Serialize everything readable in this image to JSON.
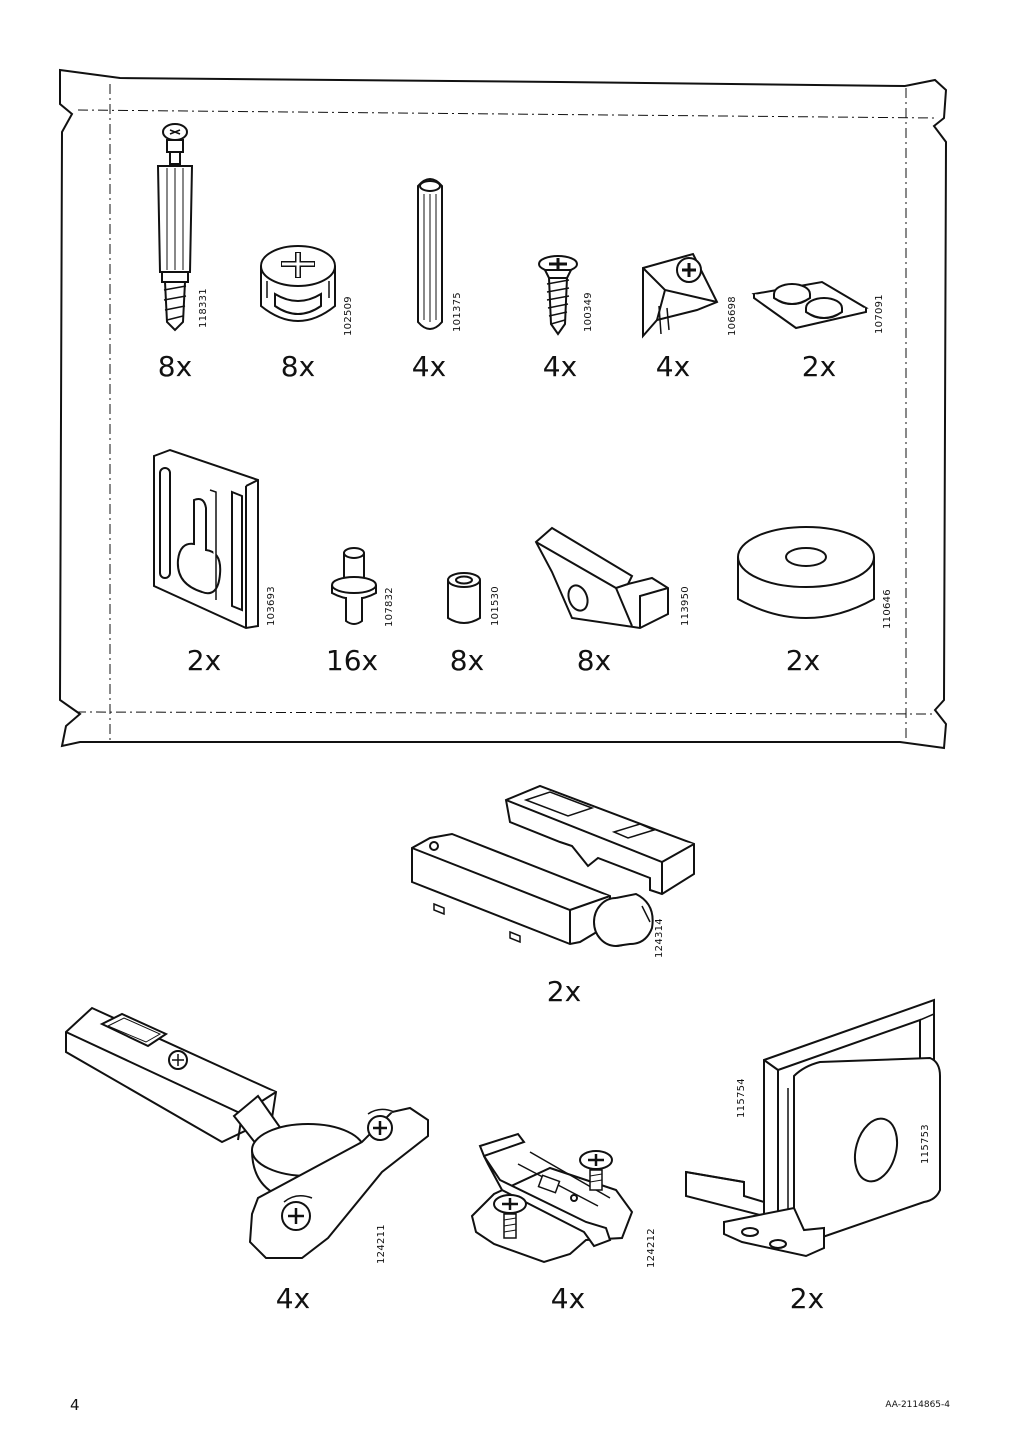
{
  "page": {
    "number": "4",
    "doc_code": "AA-2114865-4"
  },
  "bag_parts": [
    {
      "id": "118331",
      "qty": "8x",
      "icon": "cam-lock-bolt-icon"
    },
    {
      "id": "102509",
      "qty": "8x",
      "icon": "cam-lock-nut-icon"
    },
    {
      "id": "101375",
      "qty": "4x",
      "icon": "wooden-dowel-icon"
    },
    {
      "id": "100349",
      "qty": "4x",
      "icon": "screw-icon"
    },
    {
      "id": "106698",
      "qty": "4x",
      "icon": "wall-bracket-icon"
    },
    {
      "id": "107091",
      "qty": "2x",
      "icon": "felt-pads-icon"
    },
    {
      "id": "103693",
      "qty": "2x",
      "icon": "keyhole-plate-icon"
    },
    {
      "id": "107832",
      "qty": "16x",
      "icon": "shelf-pin-icon"
    },
    {
      "id": "101530",
      "qty": "8x",
      "icon": "spacer-sleeve-icon"
    },
    {
      "id": "113950",
      "qty": "8x",
      "icon": "shelf-clip-icon"
    },
    {
      "id": "110646",
      "qty": "2x",
      "icon": "round-bumper-icon"
    }
  ],
  "loose_parts": [
    {
      "id": "124314",
      "qty": "2x",
      "icon": "push-opener-icon"
    },
    {
      "id": "124211",
      "qty": "4x",
      "icon": "hinge-icon"
    },
    {
      "id": "124212",
      "qty": "4x",
      "icon": "mounting-plate-icon"
    },
    {
      "id": "115754",
      "id2": "115753",
      "qty": "2x",
      "icon": "corner-brackets-icon"
    }
  ]
}
